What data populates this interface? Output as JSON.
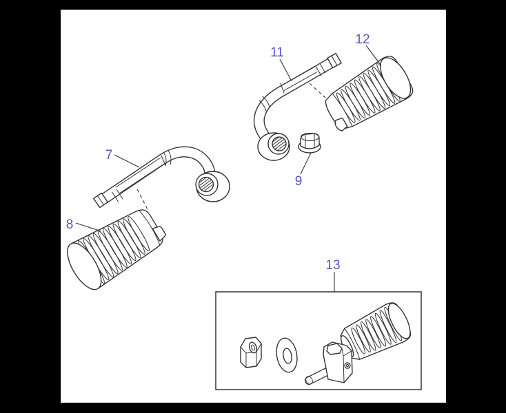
{
  "diagram": {
    "colors": {
      "background": "#000000",
      "canvas": "#ffffff",
      "line": "#333333",
      "label": "#5555cd"
    },
    "callouts": [
      {
        "label": "7"
      },
      {
        "label": "8"
      },
      {
        "label": "9"
      },
      {
        "label": "11"
      },
      {
        "label": "12"
      },
      {
        "label": "13"
      }
    ]
  }
}
